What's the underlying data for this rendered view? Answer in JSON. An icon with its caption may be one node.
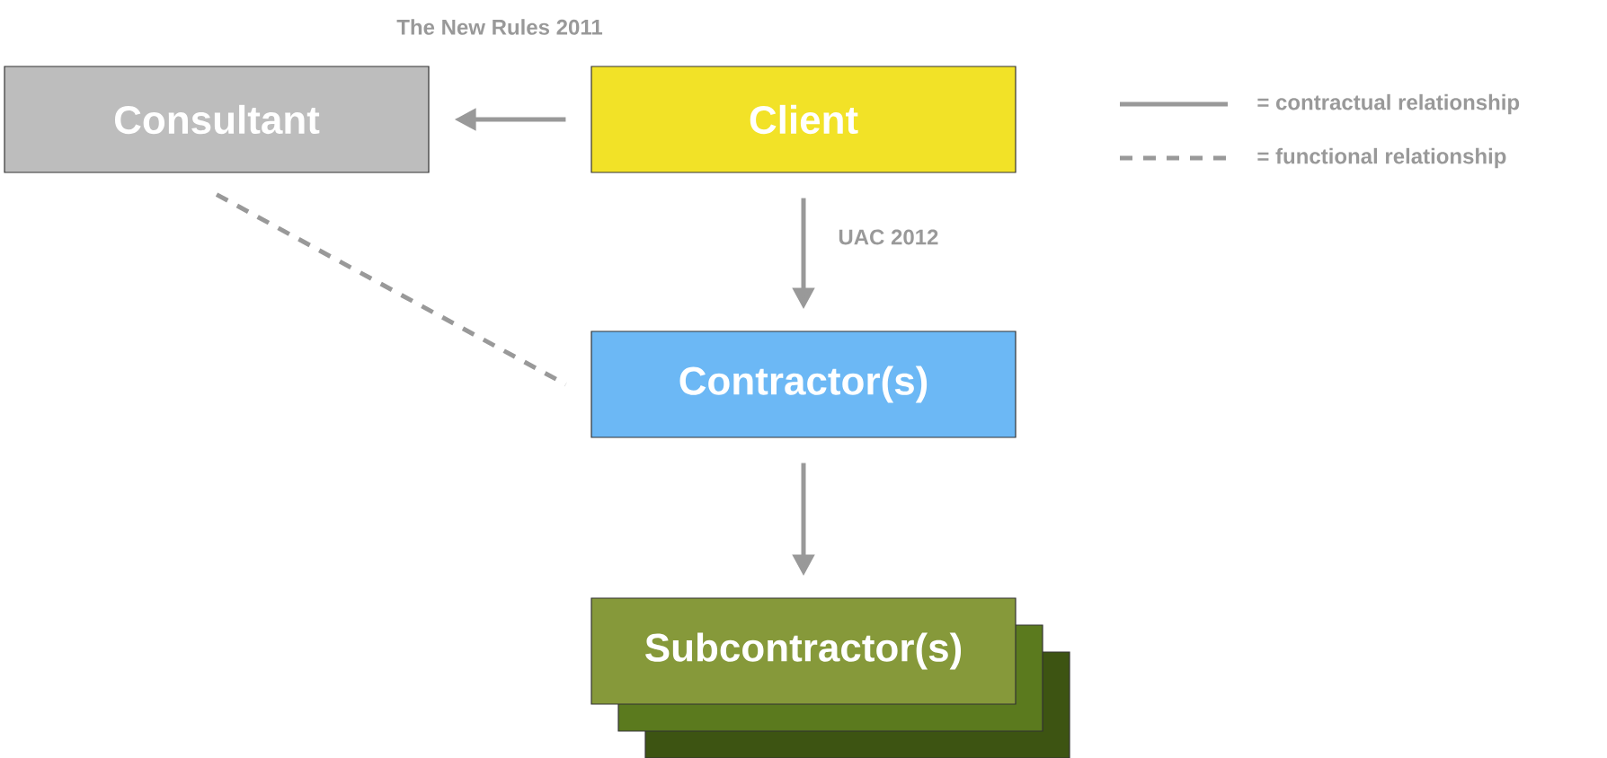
{
  "diagram": {
    "nodes": [
      {
        "text": [
          "Consultant"
        ]
      },
      {
        "text": [
          "Client"
        ]
      },
      {
        "text": [
          "Contractor(s)"
        ]
      },
      {
        "text": [
          "Subcontractor(s)"
        ]
      }
    ],
    "edges": [
      {
        "from": 1,
        "to": 0,
        "arrow": "to",
        "label": "The New Rules 2011"
      },
      {
        "from": 1,
        "to": 2,
        "arrow": "to",
        "label": "UAC 2012"
      },
      {
        "from": 0,
        "to": 2,
        "arrow": "none",
        "style": "dashed"
      },
      {
        "from": 2,
        "to": 3,
        "arrow": "to"
      }
    ],
    "legend": [
      {
        "text": "= contractual relationship"
      },
      {
        "text": "= functional relationship"
      }
    ]
  }
}
